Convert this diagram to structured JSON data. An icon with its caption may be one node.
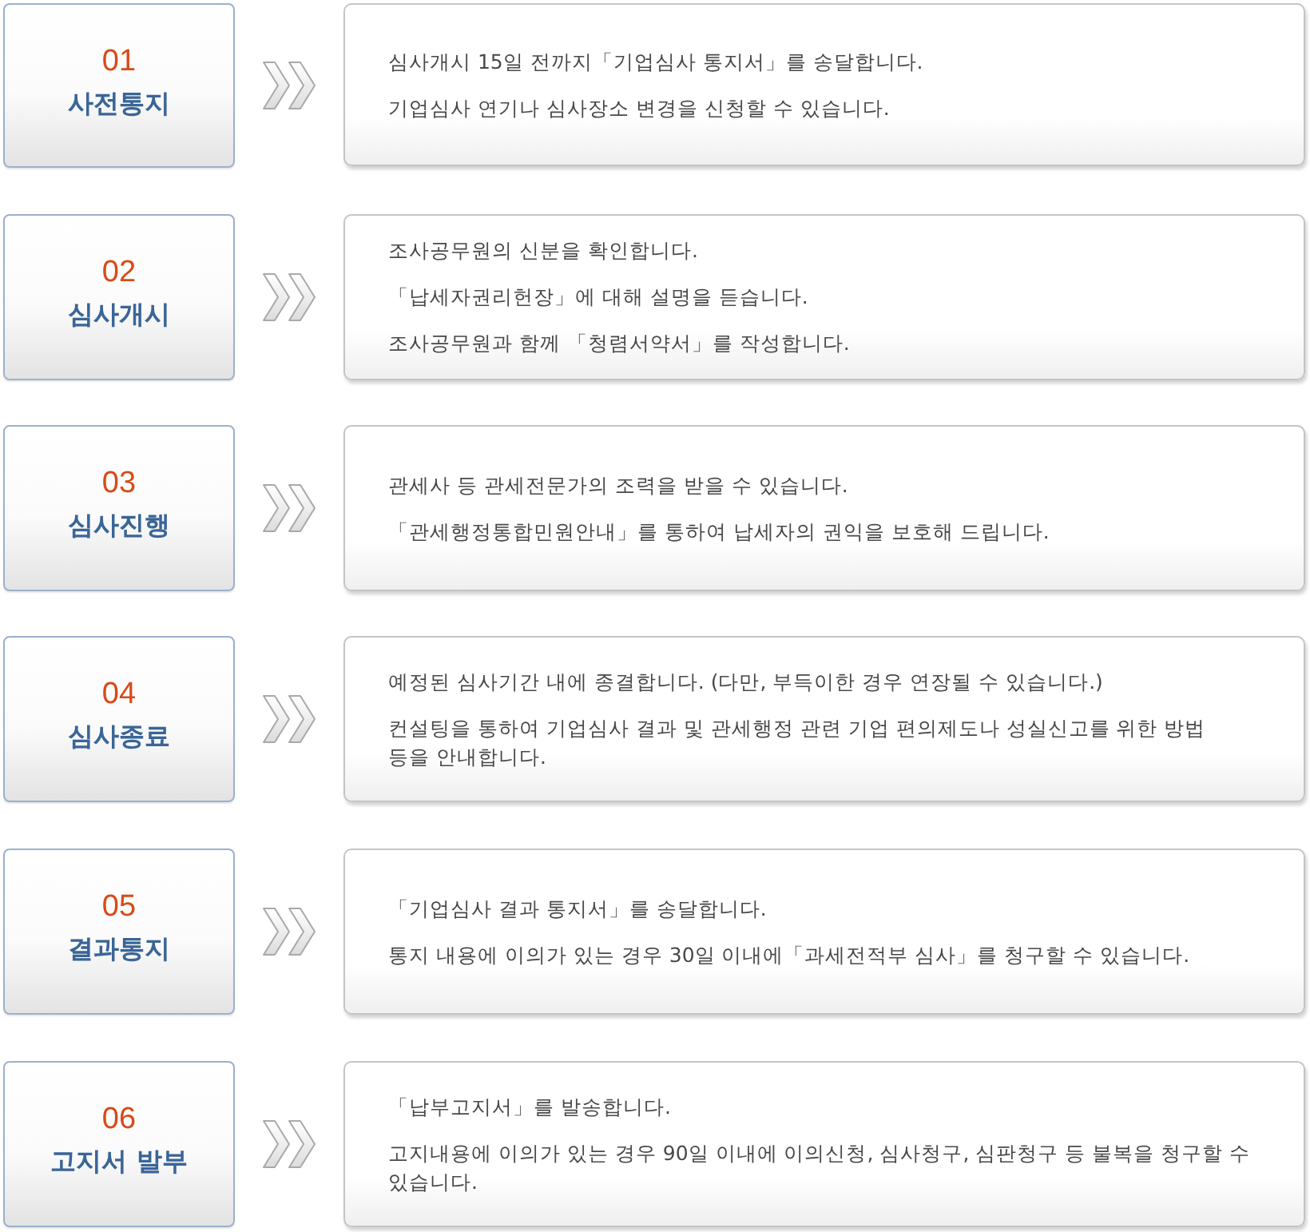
{
  "diagram": {
    "nodes": [
      {
        "text": [
          "01",
          "사전통지"
        ]
      },
      {
        "text": [
          "심사개시 15일 전까지「기업심사 통지서」를 송달합니다.",
          "기업심사 연기나 심사장소 변경을 신청할 수 있습니다."
        ]
      },
      {
        "text": [
          "02",
          "심사개시"
        ]
      },
      {
        "text": [
          "조사공무원의 신분을 확인합니다.",
          "「납세자권리헌장」에 대해 설명을 듣습니다.",
          "조사공무원과 함께 「청렴서약서」를 작성합니다."
        ]
      },
      {
        "text": [
          "03",
          "심사진행"
        ]
      },
      {
        "text": [
          "관세사 등 관세전문가의 조력을 받을 수 있습니다.",
          "「관세행정통합민원안내」를 통하여 납세자의 권익을 보호해 드립니다."
        ]
      },
      {
        "text": [
          "04",
          "심사종료"
        ]
      },
      {
        "text": [
          "예정된 심사기간 내에 종결합니다. (다만, 부득이한 경우 연장될 수 있습니다.)",
          "컨설팅을 통하여 기업심사 결과 및 관세행정 관련 기업 편의제도나 성실신고를 위한 방법 등을 안내합니다."
        ]
      },
      {
        "text": [
          "05",
          "결과통지"
        ]
      },
      {
        "text": [
          "「기업심사 결과 통지서」를 송달합니다.",
          "통지 내용에 이의가 있는 경우 30일 이내에「과세전적부 심사」를 청구할 수 있습니다."
        ]
      },
      {
        "text": [
          "06",
          "고지서 발부"
        ]
      },
      {
        "text": [
          "「납부고지서」를 발송합니다.",
          "고지내용에 이의가 있는 경우 90일 이내에 이의신청, 심사청구, 심판청구 등 불복을 청구할 수 있습니다."
        ]
      }
    ],
    "edges": [
      {
        "from": 0,
        "to": 1,
        "arrow": "to"
      },
      {
        "from": 2,
        "to": 3,
        "arrow": "to"
      },
      {
        "from": 4,
        "to": 5,
        "arrow": "to"
      },
      {
        "from": 6,
        "to": 7,
        "arrow": "to"
      },
      {
        "from": 8,
        "to": 9,
        "arrow": "to"
      },
      {
        "from": 10,
        "to": 11,
        "arrow": "to"
      }
    ]
  }
}
